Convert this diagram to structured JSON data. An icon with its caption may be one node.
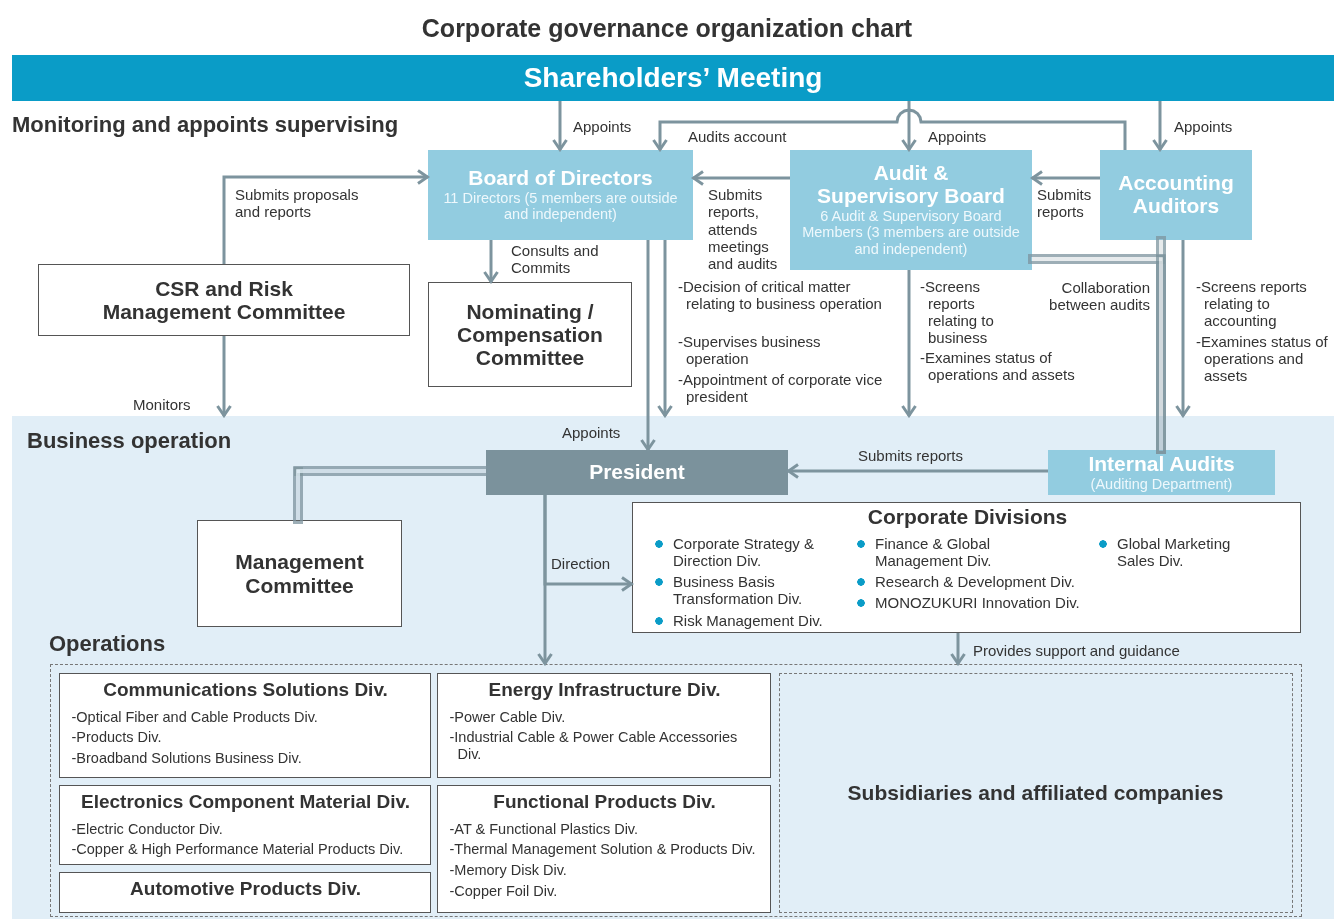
{
  "diagram": {
    "title": "Corporate governance organization chart",
    "nodes": [
      {
        "text": [
          "Shareholders’ Meeting"
        ]
      },
      {
        "text": [
          "Board of Directors",
          "11 Directors (5 members are outside and independent)"
        ]
      },
      {
        "text": [
          "Audit & Supervisory Board",
          "6 Audit & Supervisory Board Members (3 members are outside and independent)"
        ]
      },
      {
        "text": [
          "Accounting Auditors"
        ]
      },
      {
        "text": [
          "CSR and Risk Management Committee"
        ]
      },
      {
        "text": [
          "Nominating / Compensation Committee"
        ]
      },
      {
        "text": [
          "Business operation"
        ]
      },
      {
        "text": [
          "President"
        ],
        "in": 6
      },
      {
        "text": [
          "Internal Audits",
          "(Auditing Department)"
        ],
        "in": 6
      },
      {
        "text": [
          "Management Committee"
        ],
        "in": 6
      },
      {
        "text": [
          "Corporate Divisions",
          "Corporate Strategy & Direction Div.",
          "Business Basis Transformation Div.",
          "Risk Management Div.",
          "Finance & Global Management Div.",
          "Research & Development Div.",
          "MONOZUKURI Innovation Div.",
          "Global Marketing Sales Div."
        ],
        "in": 6
      },
      {
        "text": [
          "Operations"
        ],
        "in": 6
      },
      {
        "text": [
          "Communications Solutions Div.",
          "-Optical Fiber and Cable Products Div.",
          "-Products Div.",
          "-Broadband Solutions Business Div."
        ],
        "in": 11
      },
      {
        "text": [
          "Energy Infrastructure Div.",
          "-Power Cable Div.",
          "-Industrial Cable & Power Cable Accessories Div."
        ],
        "in": 11
      },
      {
        "text": [
          "Subsidiaries and affiliated companies"
        ],
        "in": 11
      },
      {
        "text": [
          "Electronics Component Material Div.",
          "-Electric Conductor Div.",
          "-Copper & High Performance Material Products Div."
        ],
        "in": 11
      },
      {
        "text": [
          "Functional Products Div.",
          "-AT & Functional Plastics Div.",
          "-Thermal Management Solution & Products Div.",
          "-Memory Disk Div.",
          "-Copper Foil Div."
        ],
        "in": 11
      },
      {
        "text": [
          "Automotive Products Div."
        ],
        "in": 11
      }
    ],
    "edges": [
      {
        "from": 0,
        "to": 1,
        "arrow": "to",
        "label": "Appoints"
      },
      {
        "from": 0,
        "to": 2,
        "arrow": "to",
        "label": "Appoints"
      },
      {
        "from": 0,
        "to": 3,
        "arrow": "to",
        "label": "Appoints"
      },
      {
        "from": 3,
        "to": 1,
        "arrow": "to",
        "label": "Audits account"
      },
      {
        "from": 2,
        "to": 1,
        "arrow": "to",
        "label": "Submits reports, attends meetings and audits"
      },
      {
        "from": 3,
        "to": 2,
        "arrow": "to",
        "label": "Submits reports"
      },
      {
        "from": 4,
        "to": 1,
        "arrow": "to",
        "label": "Submits proposals and reports"
      },
      {
        "from": 4,
        "to": 6,
        "arrow": "to",
        "label": "Monitors"
      },
      {
        "from": 1,
        "to": 5,
        "arrow": "to",
        "label": "Consults and Commits"
      },
      {
        "from": 1,
        "to": 7,
        "arrow": "to",
        "label": "Appoints"
      },
      {
        "from": 1,
        "to": 6,
        "arrow": "to"
      },
      {
        "from": 2,
        "to": 6,
        "arrow": "to"
      },
      {
        "from": 3,
        "to": 6,
        "arrow": "to"
      },
      {
        "from": 2,
        "to": 8,
        "arrow": "none",
        "label": "Collaboration between audits"
      },
      {
        "from": 3,
        "to": 8,
        "arrow": "none"
      },
      {
        "from": 7,
        "to": 9,
        "arrow": "none"
      },
      {
        "from": 7,
        "to": 10,
        "arrow": "to",
        "label": "Direction"
      },
      {
        "from": 7,
        "to": 11,
        "arrow": "to"
      },
      {
        "from": 8,
        "to": 7,
        "arrow": "to",
        "label": "Submits reports"
      },
      {
        "from": 10,
        "to": 11,
        "arrow": "to",
        "label": "Provides support and guidance"
      }
    ],
    "labels": [
      "Monitoring and appoints supervising",
      "-Decision of critical matter relating to business operation",
      "-Supervises business operation",
      "-Appointment of corporate vice president",
      "-Screens reports relating to business",
      "-Examines status of operations and assets",
      "-Screens reports relating to accounting",
      "-Examines status of operations and assets"
    ]
  }
}
